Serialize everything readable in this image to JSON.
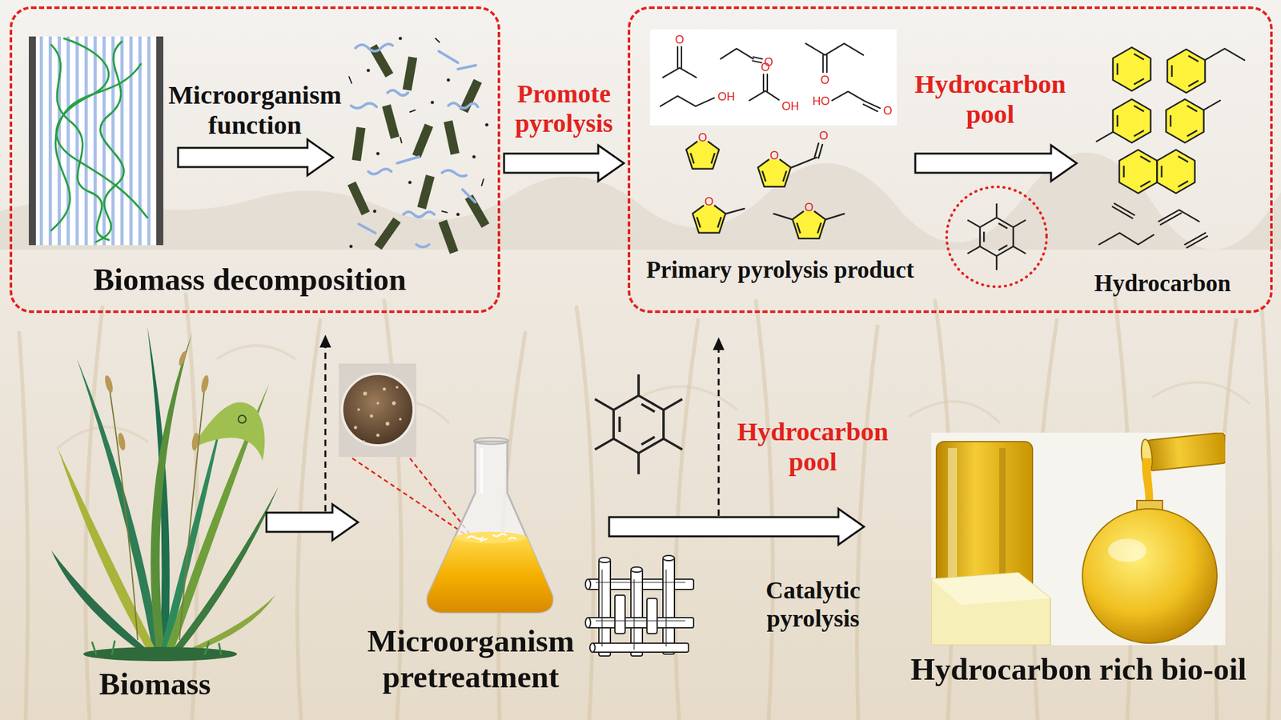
{
  "diagram": {
    "nodes": [
      {
        "text": [
          "Biomass decomposition"
        ]
      },
      {
        "text": [
          "Primary pyrolysis product",
          "Hydrocarbon"
        ]
      },
      {
        "text": [
          "Biomass"
        ]
      },
      {
        "text": [
          "Microorganism pretreatment"
        ]
      },
      {
        "text": [
          "Hydrocarbon rich bio-oil"
        ]
      }
    ],
    "edges": [
      {
        "from": 0,
        "to": 1,
        "label": "Promote pyrolysis",
        "arrow": "to"
      },
      {
        "from": 2,
        "to": 3,
        "arrow": "to"
      },
      {
        "from": 3,
        "to": 4,
        "label": "Catalytic pyrolysis",
        "arrow": "to"
      }
    ],
    "labels": [
      "Microorganism function",
      "Hydrocarbon pool",
      "Hydrocarbon pool",
      "O",
      "O",
      "O",
      "OH",
      "O",
      "OH",
      "HO",
      "O",
      "O",
      "O",
      "O",
      "O",
      "O"
    ]
  }
}
